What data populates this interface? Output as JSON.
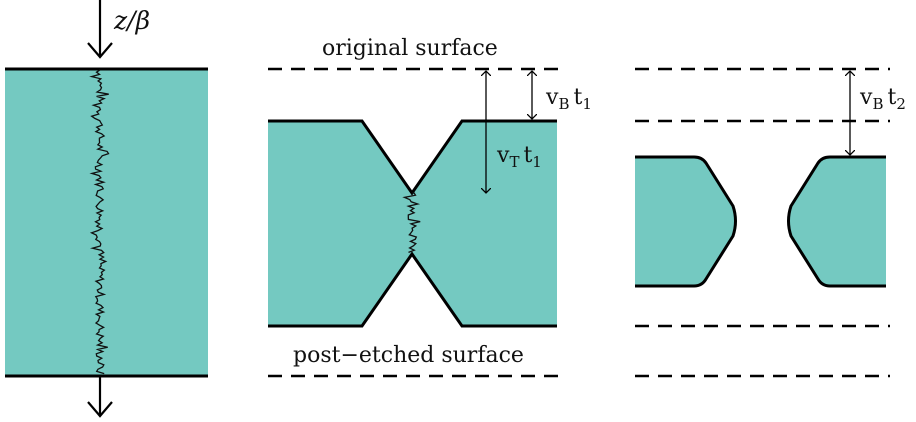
{
  "labels": {
    "ion_label": "z/β",
    "original_surface": "original surface",
    "post_etched_surface": "post−etched surface",
    "vb_symbol": "v",
    "vb_sub": "B",
    "t1_symbol": "t",
    "t1_sub": "1",
    "vt_symbol": "v",
    "vt_sub": "T",
    "t2_sub": "2"
  },
  "colors": {
    "fill": "#74c9c1",
    "stroke": "#000000"
  }
}
